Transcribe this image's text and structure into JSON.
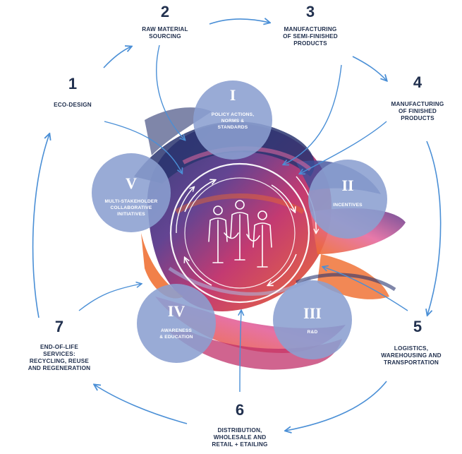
{
  "steps": [
    {
      "number": "1",
      "lines": [
        "ECO-DESIGN"
      ]
    },
    {
      "number": "2",
      "lines": [
        "RAW MATERIAL",
        "SOURCING"
      ]
    },
    {
      "number": "3",
      "lines": [
        "MANUFACTURING",
        "OF SEMI-FINISHED",
        "PRODUCTS"
      ]
    },
    {
      "number": "4",
      "lines": [
        "MANUFACTURING",
        "OF FINISHED",
        "PRODUCTS"
      ]
    },
    {
      "number": "5",
      "lines": [
        "LOGISTICS,",
        "WAREHOUSING AND",
        "TRANSPORTATION"
      ]
    },
    {
      "number": "6",
      "lines": [
        "DISTRIBUTION,",
        "WHOLESALE AND",
        "RETAIL + ETAILING"
      ]
    },
    {
      "number": "7",
      "lines": [
        "END-OF-LIFE",
        "SERVICES:",
        "RECYCLING, REUSE",
        "AND REGENERATION"
      ]
    }
  ],
  "pillars": [
    {
      "numeral": "I",
      "lines": [
        "POLICY ACTIONS,",
        "NORMS &",
        "STANDARDS"
      ]
    },
    {
      "numeral": "II",
      "lines": [
        "INCENTIVES"
      ]
    },
    {
      "numeral": "III",
      "lines": [
        "R&D"
      ]
    },
    {
      "numeral": "IV",
      "lines": [
        "AWARENESS",
        "& EDUCATION"
      ]
    },
    {
      "numeral": "V",
      "lines": [
        "MULTI-STAKEHOLDER",
        "COLLABORATIVE",
        "INITIATIVES"
      ]
    }
  ],
  "colors": {
    "text_navy": "#22314f",
    "arrow_blue": "#4a8fd6",
    "pillar_circle": "#8b9fd0",
    "swirl_navy": "#2a3570",
    "swirl_purple": "#5b3a8c",
    "swirl_magenta": "#c0306a",
    "swirl_orange": "#ef6a2a",
    "swirl_pink": "#e56aa0"
  },
  "icons": {
    "center": "three-people-linked-icon"
  }
}
